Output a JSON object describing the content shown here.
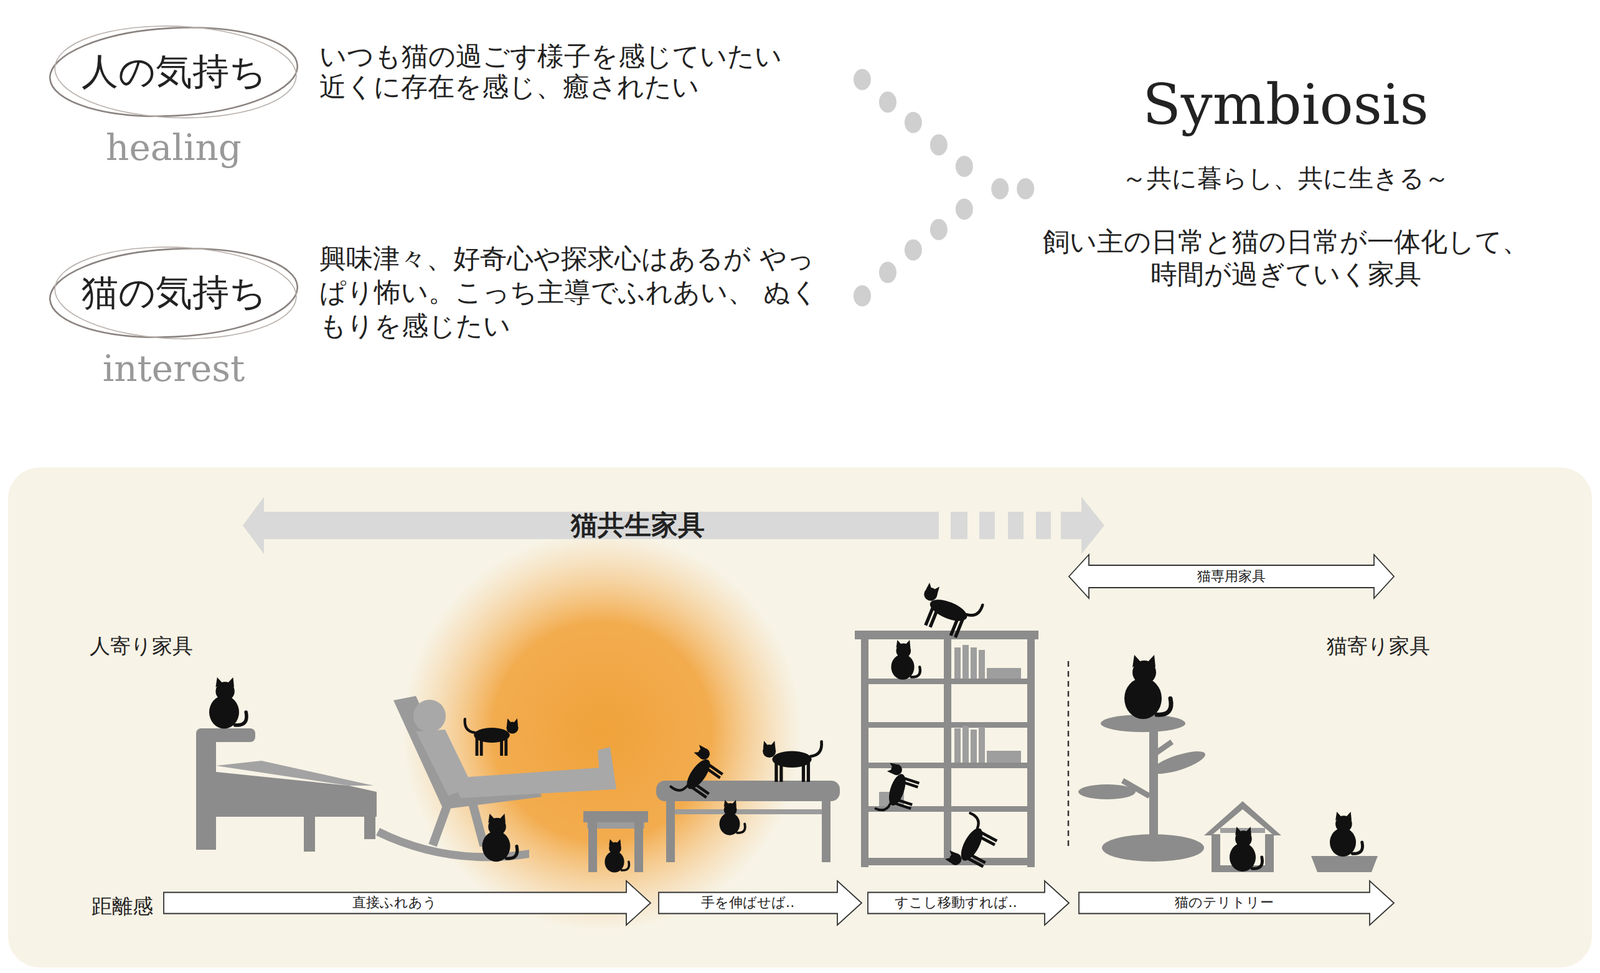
{
  "diagram": {
    "nodes": [
      {
        "text": [
          "人の気持ち",
          "healing"
        ]
      },
      {
        "text": [
          "猫の気持ち",
          "interest"
        ]
      },
      {
        "text": [
          "猫共生家具"
        ]
      },
      {
        "text": [
          "猫専用家具"
        ]
      },
      {
        "text": [
          "直接ふれあう"
        ]
      },
      {
        "text": [
          "手を伸ばせば‥"
        ]
      },
      {
        "text": [
          "すこし移動すれば‥"
        ]
      },
      {
        "text": [
          "猫のテリトリー"
        ]
      }
    ],
    "labels": [
      "いつも猫の過ごす様子を感じていたい 近くに存在を感じ、癒されたい",
      "興味津々、好奇心や探求心はあるが やっぱり怖い。こっち主導でふれあい、 ぬくもりを感じたい",
      "Symbiosis",
      "～共に暮らし、共に生きる～",
      "飼い主の日常と猫の日常が一体化して、 時間が過ぎていく家具",
      "人寄り家具",
      "猫寄り家具",
      "距離感"
    ]
  }
}
